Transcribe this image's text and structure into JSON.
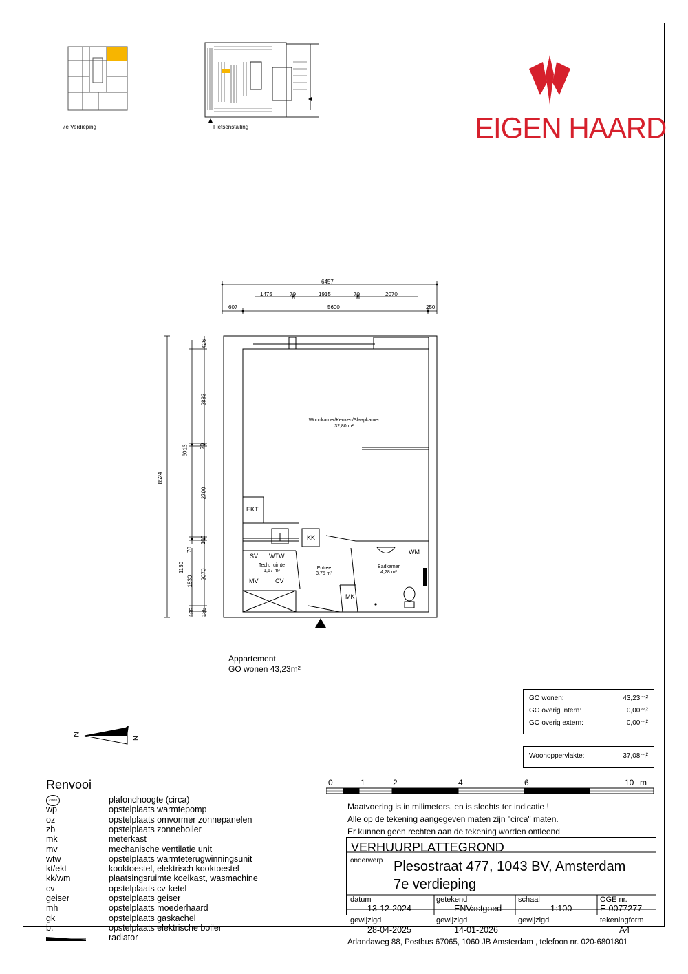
{
  "brand": {
    "name": "EIGEN HAARD",
    "color": "#d6202c"
  },
  "keyplans": {
    "floor_label": "7e Verdieping",
    "bike_label": "Fietsenstalling",
    "highlight_color": "#f7b500"
  },
  "dimensions": {
    "top_total": "6457",
    "top_parts": [
      "1475",
      "70",
      "1915",
      "70",
      "2070"
    ],
    "top_row3": [
      "607",
      "5600",
      "250"
    ],
    "left_total": "8524",
    "left_6013": "6013",
    "left_1130": "1130",
    "left_70a": "70",
    "left_1830": "1830",
    "left_185a": "185",
    "left_inner": [
      "426",
      "2883",
      "70",
      "2790",
      "100",
      "2070",
      "185"
    ]
  },
  "rooms": {
    "woonkamer_name": "Woonkamer/Keuken/Slaapkamer",
    "woonkamer_area": "32,80 m²",
    "tech_name": "Tech. ruimte",
    "tech_area": "1,67 m²",
    "entree_name": "Entree",
    "entree_area": "3,75 m²",
    "badkamer_name": "Badkamer",
    "badkamer_area": "4,28 m²",
    "labels": {
      "ekt": "EKT",
      "kk": "KK",
      "sv": "SV",
      "wtw": "WTW",
      "mv": "MV",
      "cv": "CV",
      "mk": "MK",
      "wm": "WM"
    }
  },
  "apartment": {
    "line1": "Appartement",
    "line2": "GO wonen 43,23m²"
  },
  "areas": [
    {
      "label": "GO wonen:",
      "value": "43,23m²"
    },
    {
      "label": "GO overig intern:",
      "value": "0,00m²"
    },
    {
      "label": "GO overig extern:",
      "value": "0,00m²"
    }
  ],
  "woonoppervlakte": {
    "label": "Woonoppervlakte:",
    "value": "37,08m²"
  },
  "north": {
    "left": "N",
    "right": "N"
  },
  "legend": {
    "title": "Renvooi",
    "badge": "±2540",
    "items": [
      {
        "code": "",
        "desc": "plafondhoogte (circa)"
      },
      {
        "code": "wp",
        "desc": "opstelplaats warmtepomp"
      },
      {
        "code": "oz",
        "desc": "opstelplaats omvormer zonnepanelen"
      },
      {
        "code": "zb",
        "desc": "opstelplaats zonneboiler"
      },
      {
        "code": "mk",
        "desc": "meterkast"
      },
      {
        "code": "mv",
        "desc": "mechanische ventilatie unit"
      },
      {
        "code": "wtw",
        "desc": "opstelplaats warmteterugwinningsunit"
      },
      {
        "code": "kt/ekt",
        "desc": "kooktoestel, elektrisch kooktoestel"
      },
      {
        "code": "kk/wm",
        "desc": "plaatsingsruimte koelkast, wasmachine"
      },
      {
        "code": "cv",
        "desc": "opstelplaats cv-ketel"
      },
      {
        "code": "geiser",
        "desc": "opstelplaats geiser"
      },
      {
        "code": "mh",
        "desc": "opstelplaats moederhaard"
      },
      {
        "code": "gk",
        "desc": "opstelplaats gaskachel"
      },
      {
        "code": "b.",
        "desc": "opstelplaats elektrische boiler"
      },
      {
        "code": "",
        "desc": "radiator"
      }
    ]
  },
  "scale": {
    "ticks": [
      "0",
      "1",
      "2",
      "4",
      "6",
      "10",
      "m"
    ]
  },
  "notes": [
    "Maatvoering is in milimeters, en is slechts ter indicatie !",
    "Alle op de tekening aangegeven maten zijn \"circa\" maten.",
    "Er kunnen geen rechten aan de tekening worden ontleend"
  ],
  "titleblock": {
    "title": "VERHUURPLATTEGROND",
    "onderwerp_label": "onderwerp",
    "address": "Plesostraat 477, 1043 BV, Amsterdam",
    "floor": "7e verdieping",
    "datum_label": "datum",
    "datum": "13-12-2024",
    "getekend_label": "getekend",
    "getekend": "ENVastgoed",
    "schaal_label": "schaal",
    "schaal": "1:100",
    "oge_label": "OGE nr.",
    "oge": "E-0077277",
    "gewijzigd1_label": "gewijzigd",
    "gewijzigd1": "28-04-2025",
    "gewijzigd2_label": "gewijzigd",
    "gewijzigd2": "14-01-2026",
    "gewijzigd3_label": "gewijzigd",
    "gewijzigd3": "",
    "tekeningform_label": "tekeningform",
    "tekeningform": "A4",
    "footer": "Arlandaweg 88, Postbus 67065, 1060 JB Amsterdam , telefoon nr. 020-6801801"
  }
}
